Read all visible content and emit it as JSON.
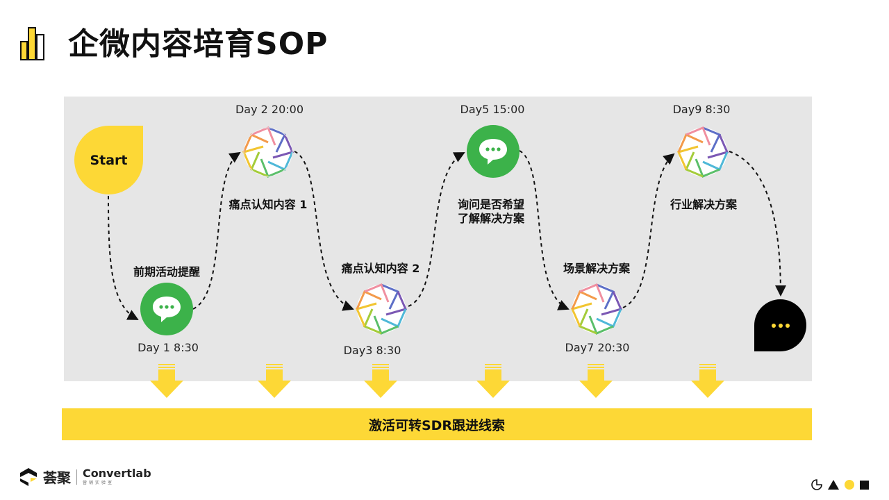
{
  "header": {
    "title": "企微内容培育SOP",
    "logo_icon": "bar-chart-icon"
  },
  "flow": {
    "start_label": "Start",
    "steps": [
      {
        "day": "Day 1 8:30",
        "label": "前期活动提醒",
        "icon": "chat-bubble-icon"
      },
      {
        "day": "Day 2 20:00",
        "label": "痛点认知内容 1",
        "icon": "shutter-icon"
      },
      {
        "day": "Day3 8:30",
        "label": "痛点认知内容 2",
        "icon": "shutter-icon"
      },
      {
        "day": "Day5 15:00",
        "label_line1": "询问是否希望",
        "label_line2": "了解解决方案",
        "icon": "chat-bubble-icon"
      },
      {
        "day": "Day7 20:30",
        "label": "场景解决方案",
        "icon": "shutter-icon"
      },
      {
        "day": "Day9 8:30",
        "label": "行业解决方案",
        "icon": "shutter-icon"
      }
    ],
    "end_icon": "ellipsis-bubble-icon"
  },
  "banner": {
    "text": "激活可转SDR跟进线索"
  },
  "footer": {
    "brand_cn": "荟聚",
    "brand_en": "Convertlab",
    "brand_en_sub": "营销实验室"
  },
  "colors": {
    "yellow": "#fdd836",
    "green": "#3cb24a",
    "panel": "#e6e6e6",
    "black": "#000000"
  }
}
